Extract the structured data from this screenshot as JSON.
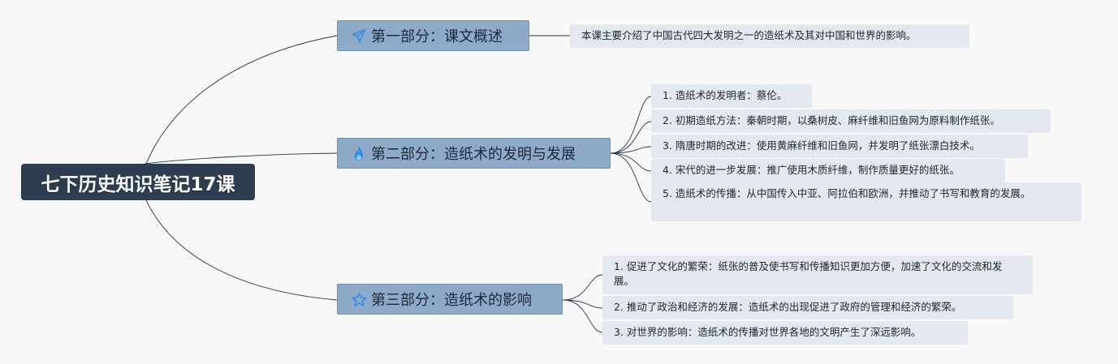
{
  "root": {
    "title": "七下历史知识笔记17课"
  },
  "branches": [
    {
      "label": "第一部分：课文概述",
      "icon": "paper-plane-icon",
      "items": [
        "本课主要介绍了中国古代四大发明之一的造纸术及其对中国和世界的影响。"
      ]
    },
    {
      "label": "第二部分：造纸术的发明与发展",
      "icon": "flame-icon",
      "items": [
        "1. 造纸术的发明者：蔡伦。",
        "2. 初期造纸方法：秦朝时期，以桑树皮、麻纤维和旧鱼网为原料制作纸张。",
        "3. 隋唐时期的改进：使用黄麻纤维和旧鱼网，并发明了纸张漂白技术。",
        "4. 宋代的进一步发展：推广使用木质纤维，制作质量更好的纸张。",
        "5. 造纸术的传播：从中国传入中亚、阿拉伯和欧洲，并推动了书写和教育的发展。"
      ]
    },
    {
      "label": "第三部分：造纸术的影响",
      "icon": "star-icon",
      "items": [
        "1. 促进了文化的繁荣：纸张的普及使书写和传播知识更加方便，加速了文化的交流和发展。",
        "2. 推动了政治和经济的发展：造纸术的出现促进了政府的管理和经济的繁荣。",
        "3. 对世界的影响：造纸术的传播对世界各地的文明产生了深远影响。"
      ]
    }
  ],
  "colors": {
    "root_bg": "#2e3d52",
    "branch_bg": "#8fa9c9",
    "leaf_bg": "#e3e7ef",
    "connector": "#2a3443",
    "icon_blue": "#2e8ee6"
  }
}
